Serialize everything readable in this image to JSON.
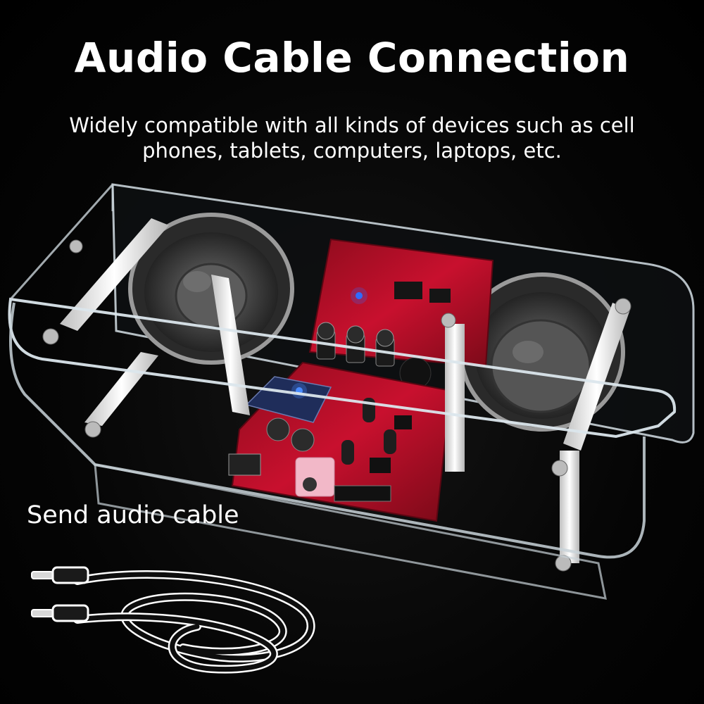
{
  "headline": "Audio Cable Connection",
  "subtitle": "Widely compatible with all kinds of devices such as cell phones, tablets, computers, laptops, etc.",
  "cable_label": "Send audio cable",
  "colors": {
    "background": "#000000",
    "text": "#ffffff",
    "pcb": "#c8102e",
    "acrylic_edge": "#d9e4ea",
    "speaker_cone": "#4a4a4a",
    "led": "#2f6bff",
    "aux_jack": "#f2b8c8"
  },
  "icons": [
    "speaker-left",
    "speaker-right",
    "amplifier-board",
    "bluetooth-module",
    "aux-jack",
    "audio-cable"
  ]
}
